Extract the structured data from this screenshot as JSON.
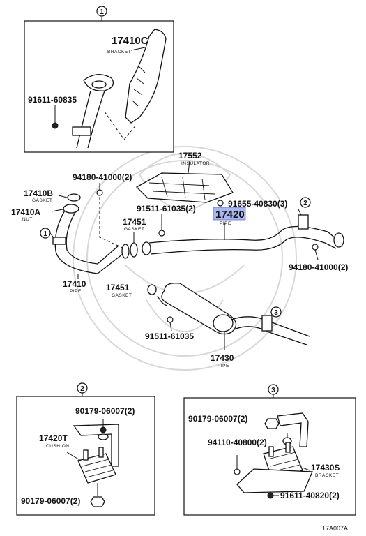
{
  "diagram": {
    "callout_1_top": "1",
    "callout_1_left": "1",
    "callout_2_sub": "2",
    "callout_2_top": "2",
    "callout_3_sub": "3",
    "callout_3_main": "3",
    "p_17410c": {
      "number": "17410C",
      "name": "BRACKET"
    },
    "p_91611_60835": {
      "number": "91611-60835"
    },
    "p_17552": {
      "number": "17552",
      "name": "INSULATOR"
    },
    "p_94180_a": {
      "number": "94180-41000(2)"
    },
    "p_91655": {
      "number": "91655-40830(3)"
    },
    "p_17410b": {
      "number": "17410B",
      "name": "GASKET"
    },
    "p_17410a": {
      "number": "17410A",
      "name": "NUT"
    },
    "p_91511_a": {
      "number": "91511-61035(2)"
    },
    "p_17420": {
      "number": "17420",
      "name": "PIPE"
    },
    "p_17451_a": {
      "number": "17451",
      "name": "GASKET"
    },
    "p_94180_b": {
      "number": "94180-41000(2)"
    },
    "p_17410": {
      "number": "17410",
      "name": "PIPE"
    },
    "p_17451_b": {
      "number": "17451",
      "name": "GASKET"
    },
    "p_91511_b": {
      "number": "91511-61035"
    },
    "p_17430": {
      "number": "17430",
      "name": "PIPE"
    },
    "p_90179_a": {
      "number": "90179-06007(2)"
    },
    "p_17420t": {
      "number": "17420T",
      "name": "CUSHION"
    },
    "p_90179_b": {
      "number": "90179-06007(2)"
    },
    "p_90179_c": {
      "number": "90179-06007(2)"
    },
    "p_94110": {
      "number": "94110-40800(2)"
    },
    "p_17430s": {
      "number": "17430S",
      "name": "BRACKET"
    },
    "p_91611_40820": {
      "number": "91611-40820(2)"
    },
    "figure_code": "17A007A",
    "highlight_color": "#aab6ee"
  }
}
